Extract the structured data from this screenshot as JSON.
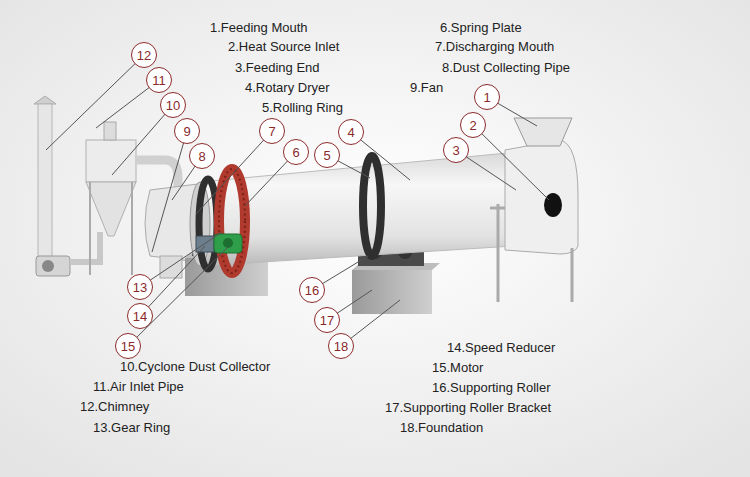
{
  "diagram": {
    "nodes": [
      {
        "text": [
          "1"
        ]
      },
      {
        "text": [
          "2"
        ]
      },
      {
        "text": [
          "3"
        ]
      },
      {
        "text": [
          "4"
        ]
      },
      {
        "text": [
          "5"
        ]
      },
      {
        "text": [
          "6"
        ]
      },
      {
        "text": [
          "7"
        ]
      },
      {
        "text": [
          "8"
        ]
      },
      {
        "text": [
          "9"
        ]
      },
      {
        "text": [
          "10"
        ]
      },
      {
        "text": [
          "11"
        ]
      },
      {
        "text": [
          "12"
        ]
      },
      {
        "text": [
          "13"
        ]
      },
      {
        "text": [
          "14"
        ]
      },
      {
        "text": [
          "15"
        ]
      },
      {
        "text": [
          "16"
        ]
      },
      {
        "text": [
          "17"
        ]
      },
      {
        "text": [
          "18"
        ]
      }
    ],
    "labels": [
      "1.Feeding Mouth",
      "2.Heat Source Inlet",
      "3.Feeding End",
      "4.Rotary Dryer",
      "5.Rolling Ring",
      "6.Spring Plate",
      "7.Discharging Mouth",
      "8.Dust Collecting Pipe",
      "9.Fan",
      "10.Cyclone Dust Collector",
      "11.Air Inlet Pipe",
      "12.Chimney",
      "13.Gear Ring",
      "14.Speed Reducer",
      "15.Motor",
      "16.Supporting Roller",
      "17.Supporting Roller Bracket",
      "18.Foundation"
    ]
  }
}
